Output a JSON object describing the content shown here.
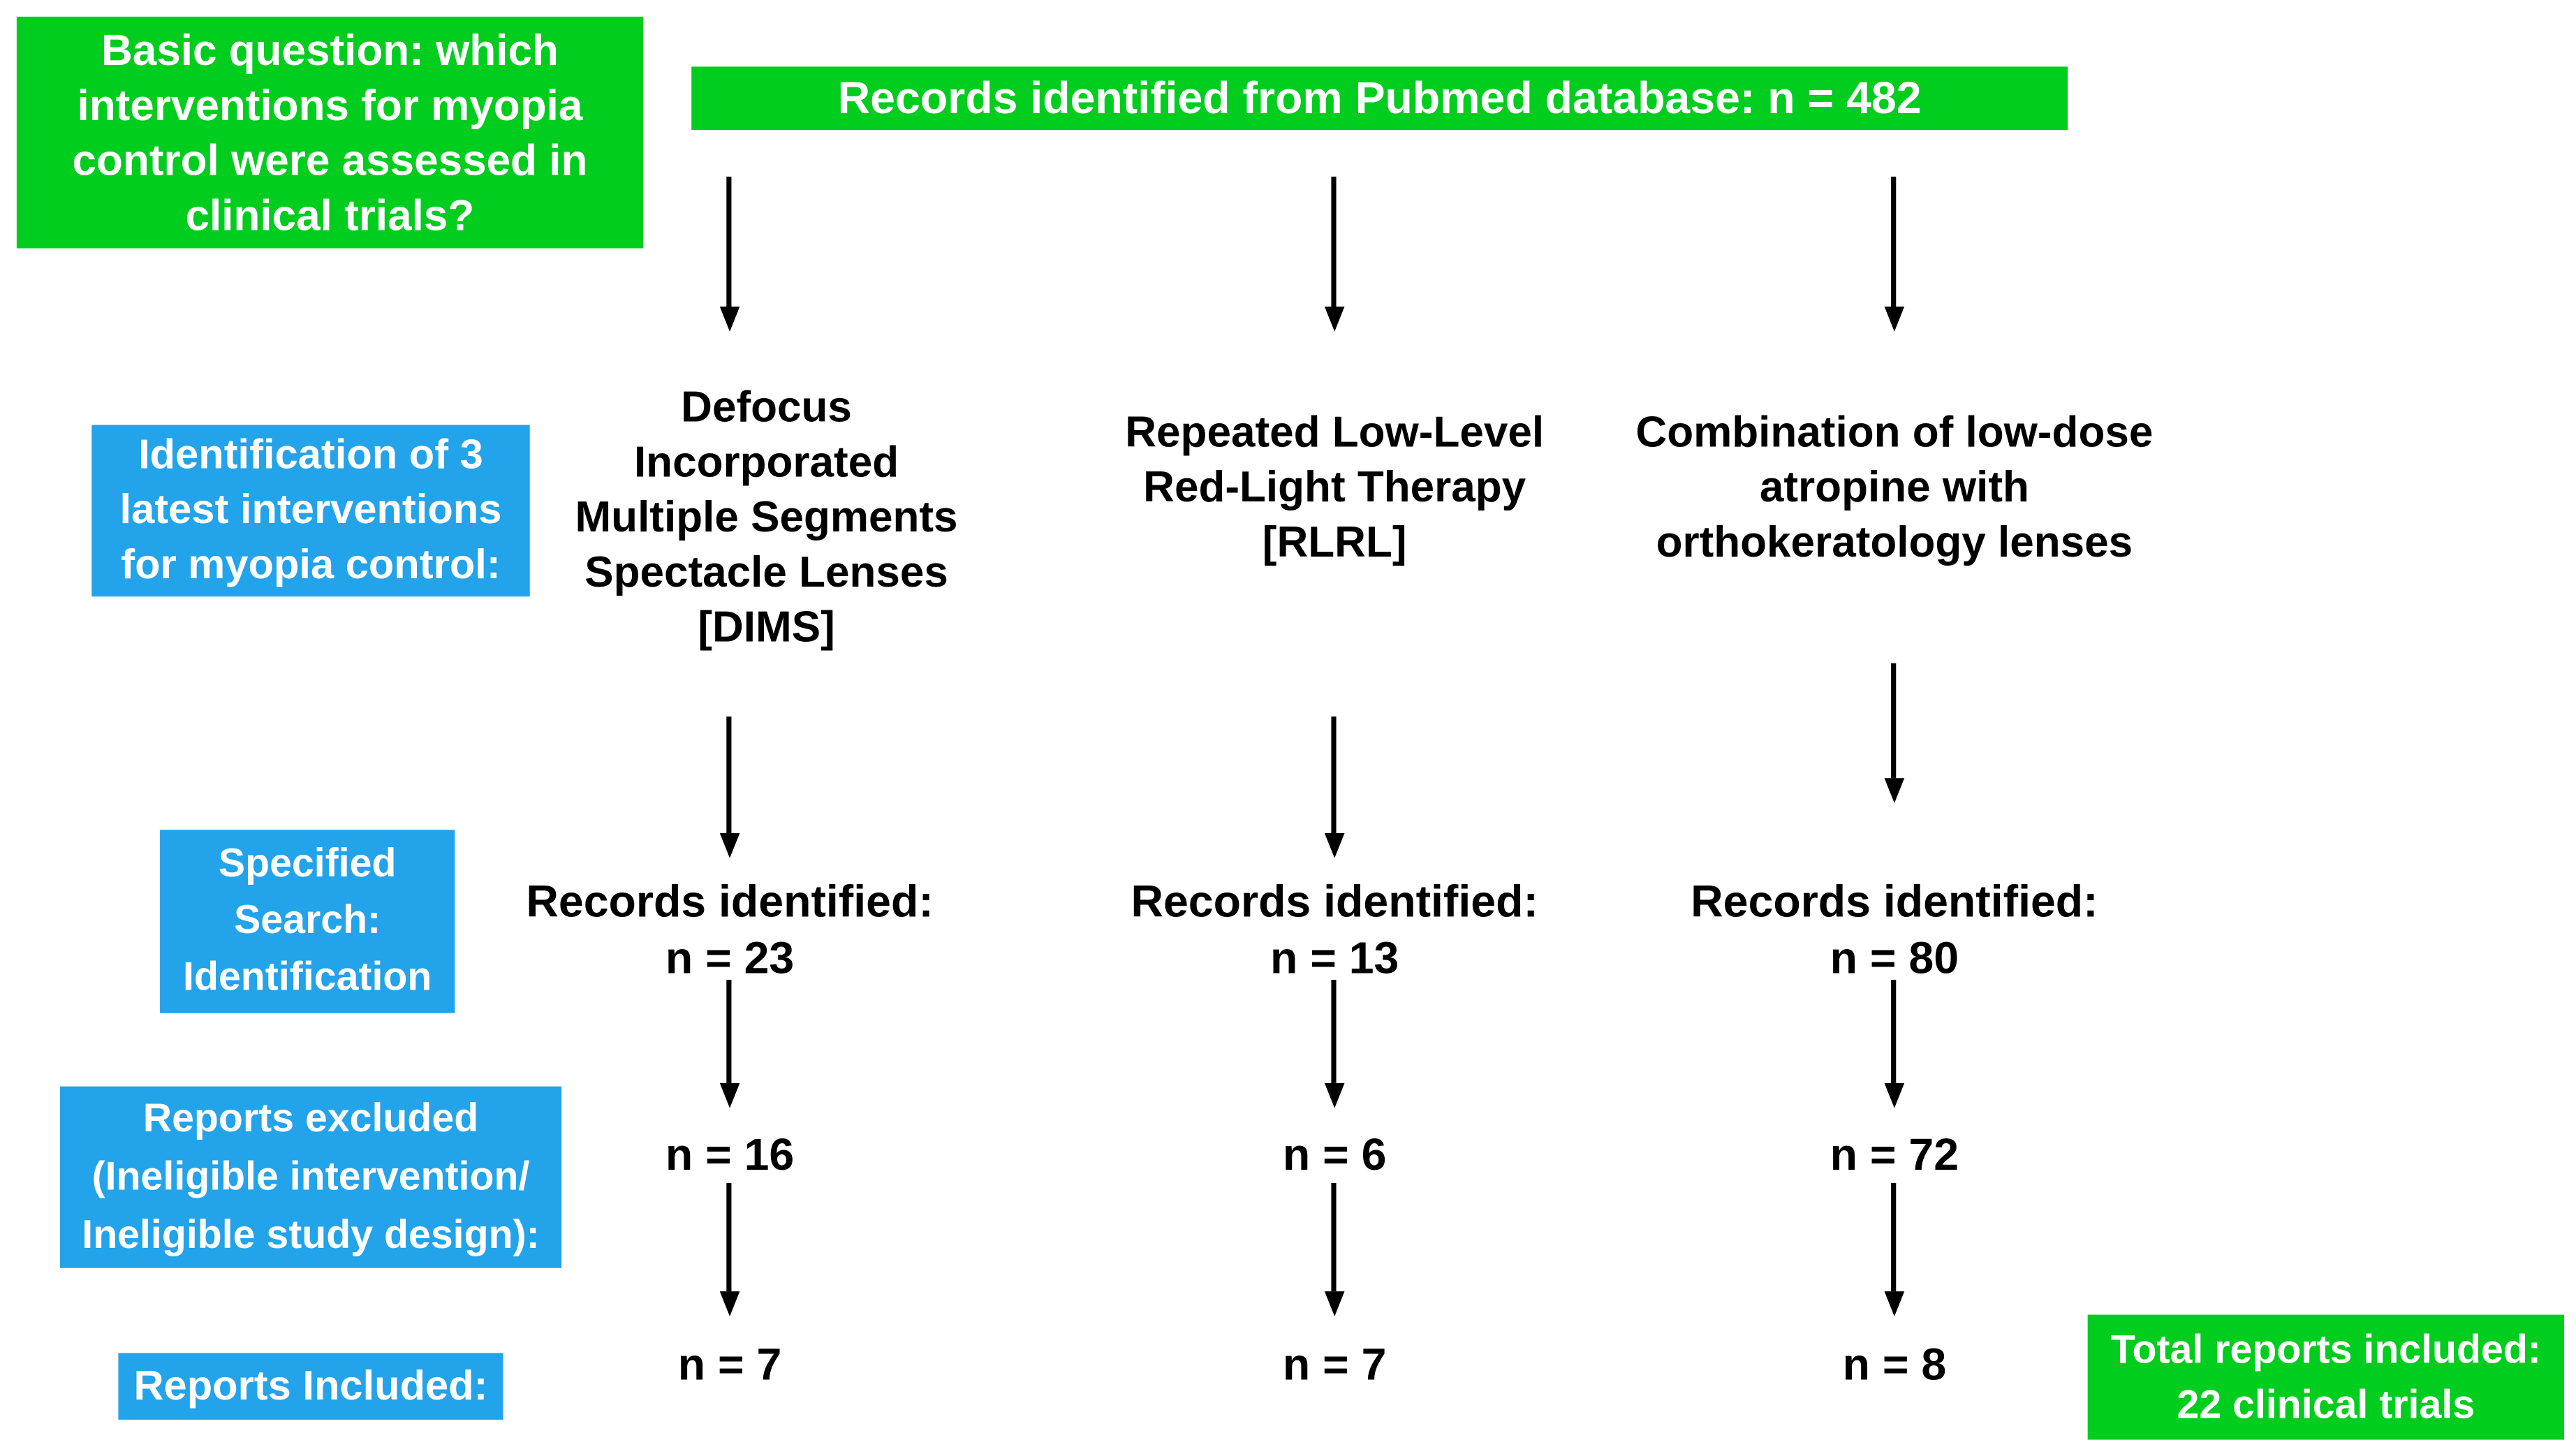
{
  "question_box": {
    "text": "Basic question: which\ninterventions for myopia\ncontrol were assessed in\nclinical trials?"
  },
  "source_bar": {
    "text": "Records identified from Pubmed database: n = 482"
  },
  "stages": {
    "identification": {
      "text": "Identification of 3\nlatest interventions\nfor myopia control:"
    },
    "search": {
      "text": "Specified\nSearch:\nIdentification"
    },
    "excluded": {
      "text": "Reports excluded\n(Ineligible intervention/\nIneligible study design):"
    },
    "included": {
      "text": "Reports Included:"
    }
  },
  "columns": [
    {
      "id": "dims",
      "header": "Defocus\nIncorporated\nMultiple Segments\nSpectacle Lenses\n[DIMS]",
      "records_identified": "Records identified:\nn = 23",
      "excluded_value": "n = 16",
      "included_value": "n = 7"
    },
    {
      "id": "rlrl",
      "header": "Repeated Low-Level\nRed-Light Therapy\n[RLRL]",
      "records_identified": "Records identified:\nn = 13",
      "excluded_value": "n = 6",
      "included_value": "n = 7"
    },
    {
      "id": "atropine-orthokeratology",
      "header": "Combination of low-dose\natropine with\northokeratology lenses",
      "records_identified": "Records identified:\nn = 80",
      "excluded_value": "n = 72",
      "included_value": "n = 8"
    }
  ],
  "total_box": {
    "text": "Total reports included:\n22 clinical trials"
  },
  "colors": {
    "green_box_bg": "#00CD1D",
    "blue_box_bg": "#22A3EA",
    "box_text": "#FFFFFF",
    "flow_text": "#000000",
    "arrow": "#000000",
    "background": "#FFFFFF"
  }
}
